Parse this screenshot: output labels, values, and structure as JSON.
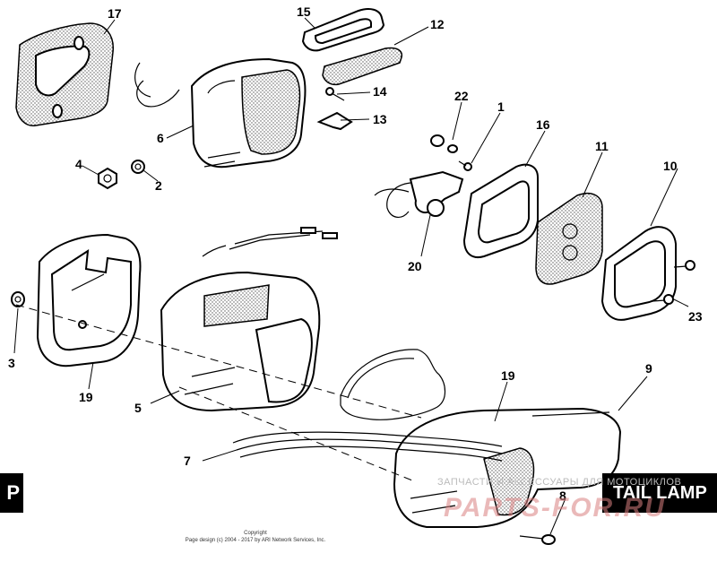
{
  "callouts": [
    "17",
    "15",
    "12",
    "14",
    "13",
    "6",
    "4",
    "2",
    "22",
    "1",
    "16",
    "11",
    "10",
    "20",
    "23",
    "3",
    "19",
    "5",
    "7",
    "19",
    "9",
    "8"
  ],
  "section_tab_left": "P",
  "section_tab_right": "TAIL LAMP",
  "footer": {
    "line1": "Copyright",
    "line2": "Page design (c) 2004 - 2017 by ARI Network Services, Inc."
  },
  "watermark": {
    "text": "ЗАПЧАСТИ И АКСЕССУАРЫ ДЛЯ МОТОЦИКЛОВ",
    "brand": "PARTS-FOR.RU"
  }
}
